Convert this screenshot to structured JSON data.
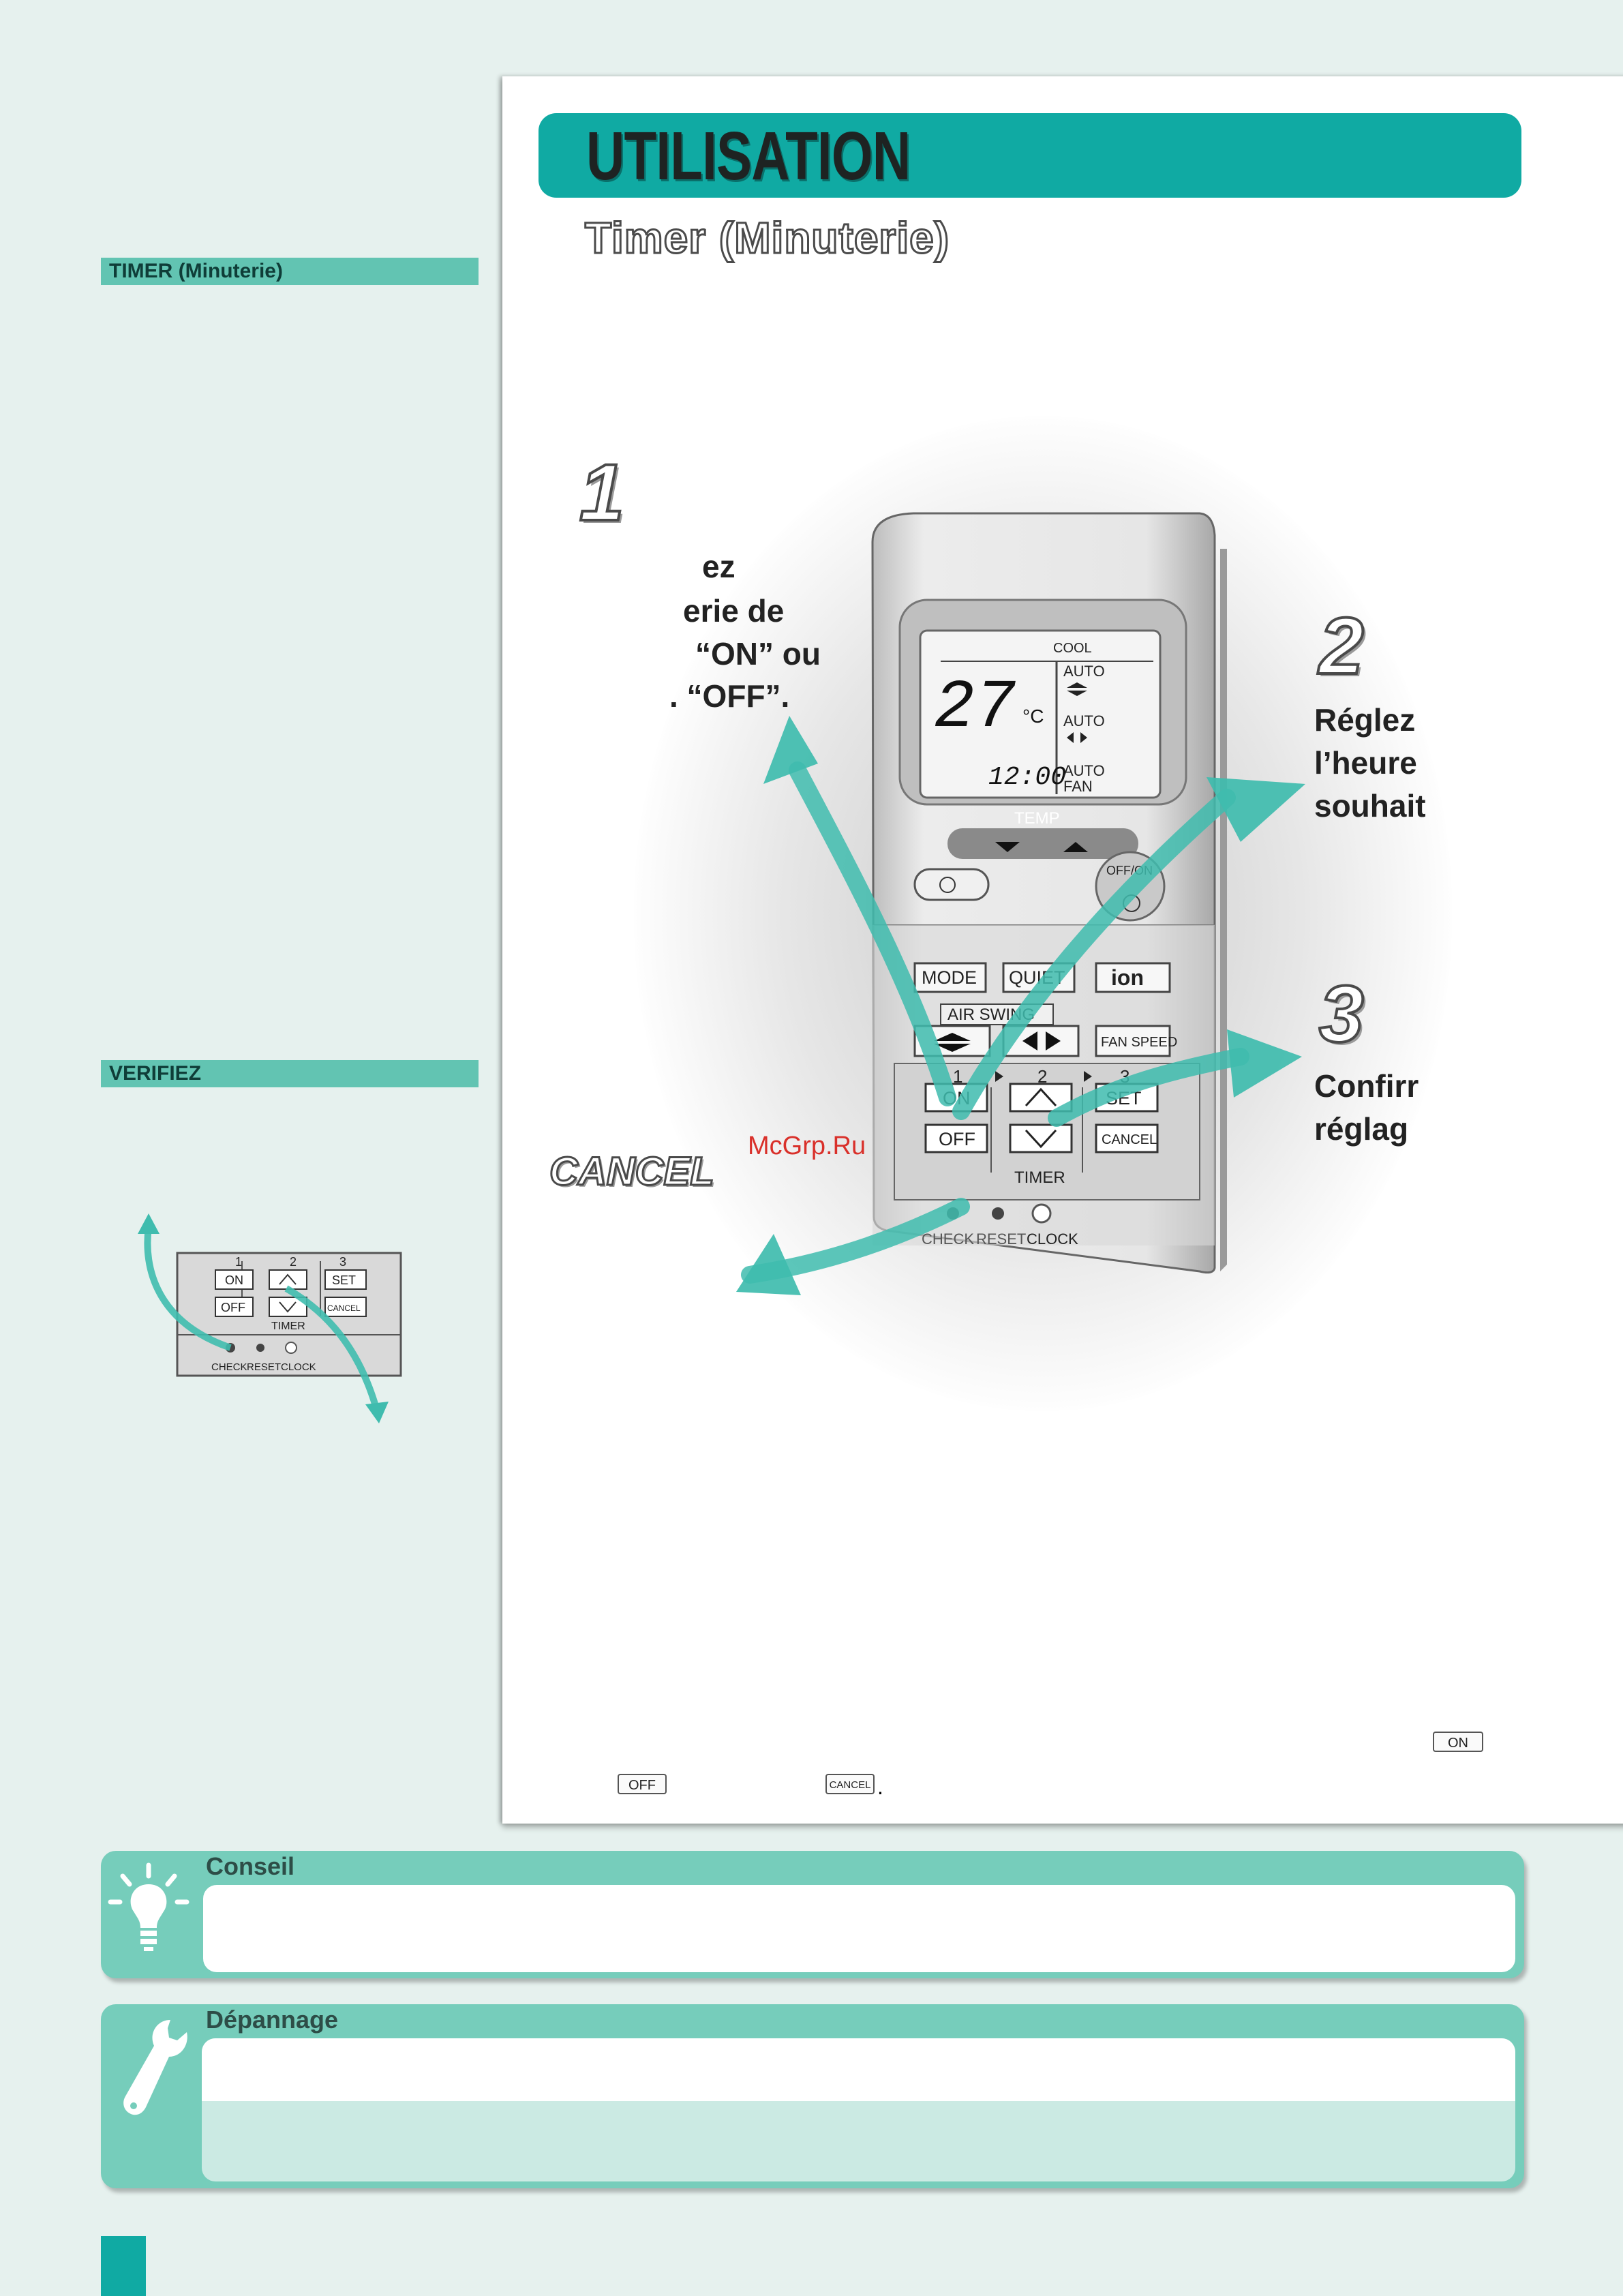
{
  "sidebar": {
    "tag1": "TIMER (Minuterie)",
    "tag2": "VERIFIEZ",
    "mini_remote": {
      "nums": [
        "1",
        "2",
        "3"
      ],
      "on": "ON",
      "off": "OFF",
      "set": "SET",
      "cancel": "CANCEL",
      "timer": "TIMER",
      "check": "CHECK",
      "reset": "RESET",
      "clock": "CLOCK"
    }
  },
  "header": {
    "title": "UTILISATION",
    "subtitle": "Timer (Minuterie)"
  },
  "steps": {
    "one": {
      "num": "1",
      "lines": [
        "ez",
        "erie de",
        "“ON” ou",
        ". “OFF”."
      ]
    },
    "two": {
      "num": "2",
      "lines": [
        "Réglez",
        "l’heure",
        "souhait"
      ]
    },
    "three": {
      "num": "3",
      "lines": [
        "Confirr",
        "réglag"
      ]
    }
  },
  "cancel_label": "CANCEL",
  "watermark": "McGrp.Ru",
  "remote": {
    "display": {
      "mode": "COOL",
      "temp": "27",
      "unit": "°C",
      "time": "12:00",
      "auto1": "AUTO",
      "auto2": "AUTO",
      "auto3": "AUTO",
      "fan": "FAN"
    },
    "temp_label": "TEMP",
    "off_on": "OFF/ON",
    "mode": "MODE",
    "quiet": "QUIET",
    "ion": "ion",
    "air_swing": "AIR SWING",
    "fan_speed": "FAN SPEED",
    "timer_nums": [
      "1",
      "2",
      "3"
    ],
    "on": "ON",
    "off": "OFF",
    "set": "SET",
    "cancel": "CANCEL",
    "timer": "TIMER",
    "check": "CHECK",
    "reset": "RESET",
    "clock": "CLOCK"
  },
  "inline_buttons": {
    "on": "ON",
    "off": "OFF",
    "cancel": "CANCEL",
    "period": "."
  },
  "conseil": {
    "title": "Conseil"
  },
  "depannage": {
    "title": "Dépannage"
  },
  "colors": {
    "teal": "#10aaa3",
    "light_teal": "#76cdbb",
    "arrow": "#3fbcae"
  }
}
